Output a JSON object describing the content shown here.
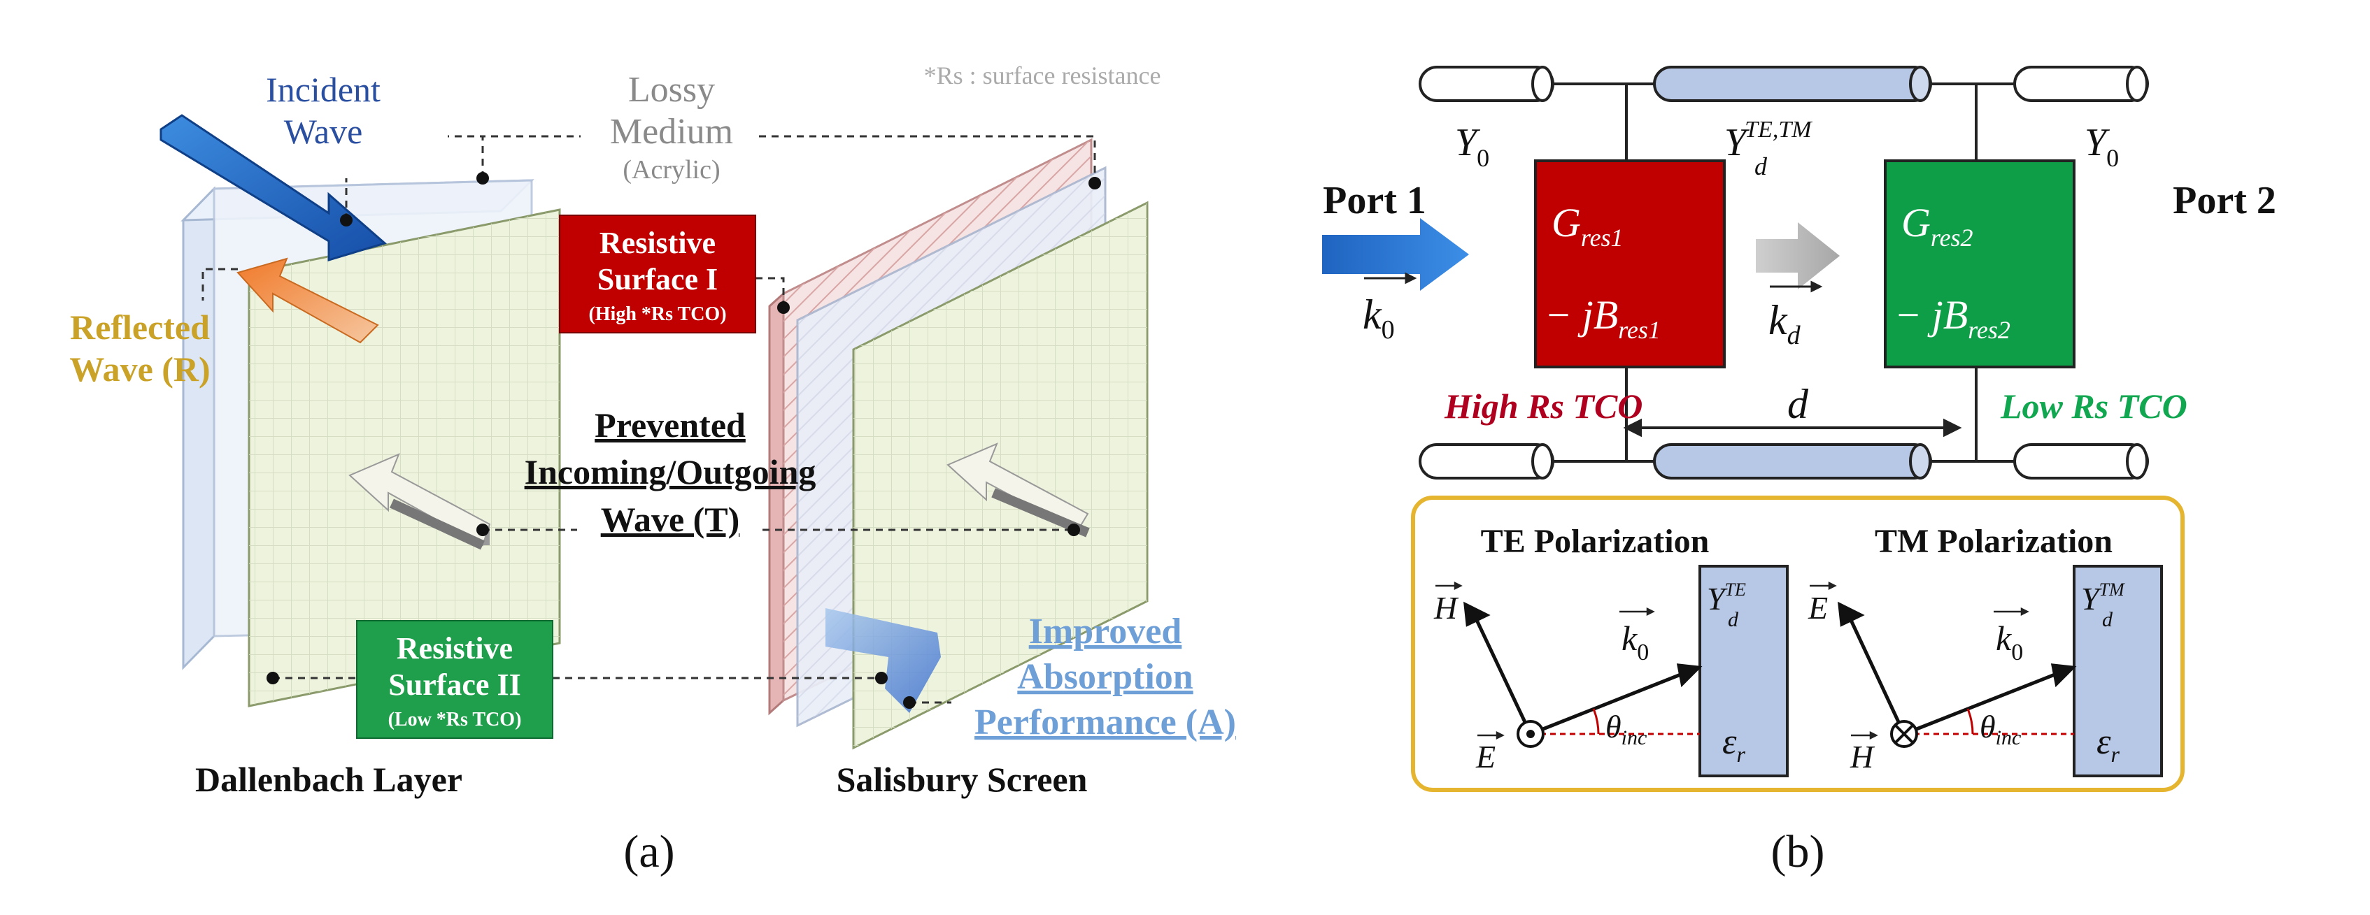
{
  "panel_a": {
    "note": "*Rs : surface resistance",
    "incident_line1": "Incident",
    "incident_line2": "Wave",
    "lossy_line1": "Lossy",
    "lossy_line2": "Medium",
    "lossy_line3": "(Acrylic)",
    "reflected_line1": "Reflected",
    "reflected_line2": "Wave (R)",
    "rs1_line1": "Resistive",
    "rs1_line2": "Surface I",
    "rs1_line3": "(High *Rs TCO)",
    "prevented_line1": "Prevented",
    "prevented_line2": "Incoming/Outgoing",
    "prevented_line3": "Wave (T)",
    "rs2_line1": "Resistive",
    "rs2_line2": "Surface II",
    "rs2_line3": "(Low *Rs TCO)",
    "improved_line1": "Improved",
    "improved_line2": "Absorption",
    "improved_line3": "Performance (A)",
    "dallenbach": "Dallenbach Layer",
    "salisbury": "Salisbury Screen",
    "caption": "(a)",
    "colors": {
      "resistive_high": "#c00000",
      "resistive_low": "#1f9e4c",
      "incident": "#1f5fbf",
      "reflected": "#c9a227",
      "improved": "#6e9fd6"
    }
  },
  "panel_b": {
    "port1": "Port 1",
    "port2": "Port 2",
    "y0_left": "Y",
    "y0_left_sub": "0",
    "y0_right": "Y",
    "y0_right_sub": "0",
    "yd_main": "Y",
    "yd_sub": "d",
    "yd_sup": "TE,TM",
    "g1": "G",
    "g1_sub": "res1",
    "b1": "− jB",
    "b1_sub": "res1",
    "g2": "G",
    "g2_sub": "res2",
    "b2": "− jB",
    "b2_sub": "res2",
    "k0": "k",
    "k0_sub": "0",
    "kd": "k",
    "kd_sub": "d",
    "high_rs": "High Rs TCO",
    "low_rs": "Low Rs TCO",
    "d_label": "d",
    "te_title": "TE Polarization",
    "tm_title": "TM Polarization",
    "te_h": "H",
    "te_e": "E",
    "tm_e": "E",
    "tm_h": "H",
    "te_k": "k",
    "te_k_sub": "0",
    "tm_k": "k",
    "tm_k_sub": "0",
    "te_y": "Y",
    "te_y_sub": "d",
    "te_y_sup": "TE",
    "tm_y": "Y",
    "tm_y_sub": "d",
    "tm_y_sup": "TM",
    "theta": "θ",
    "theta_sub": "inc",
    "eps": "ε",
    "eps_sub": "r",
    "caption": "(b)",
    "colors": {
      "g1_box": "#c00000",
      "g2_box": "#0f9e48",
      "line_fill": "#b7c7e6",
      "pol_border": "#e6b530",
      "high_rs_text": "#b00020",
      "low_rs_text": "#11a650"
    }
  }
}
